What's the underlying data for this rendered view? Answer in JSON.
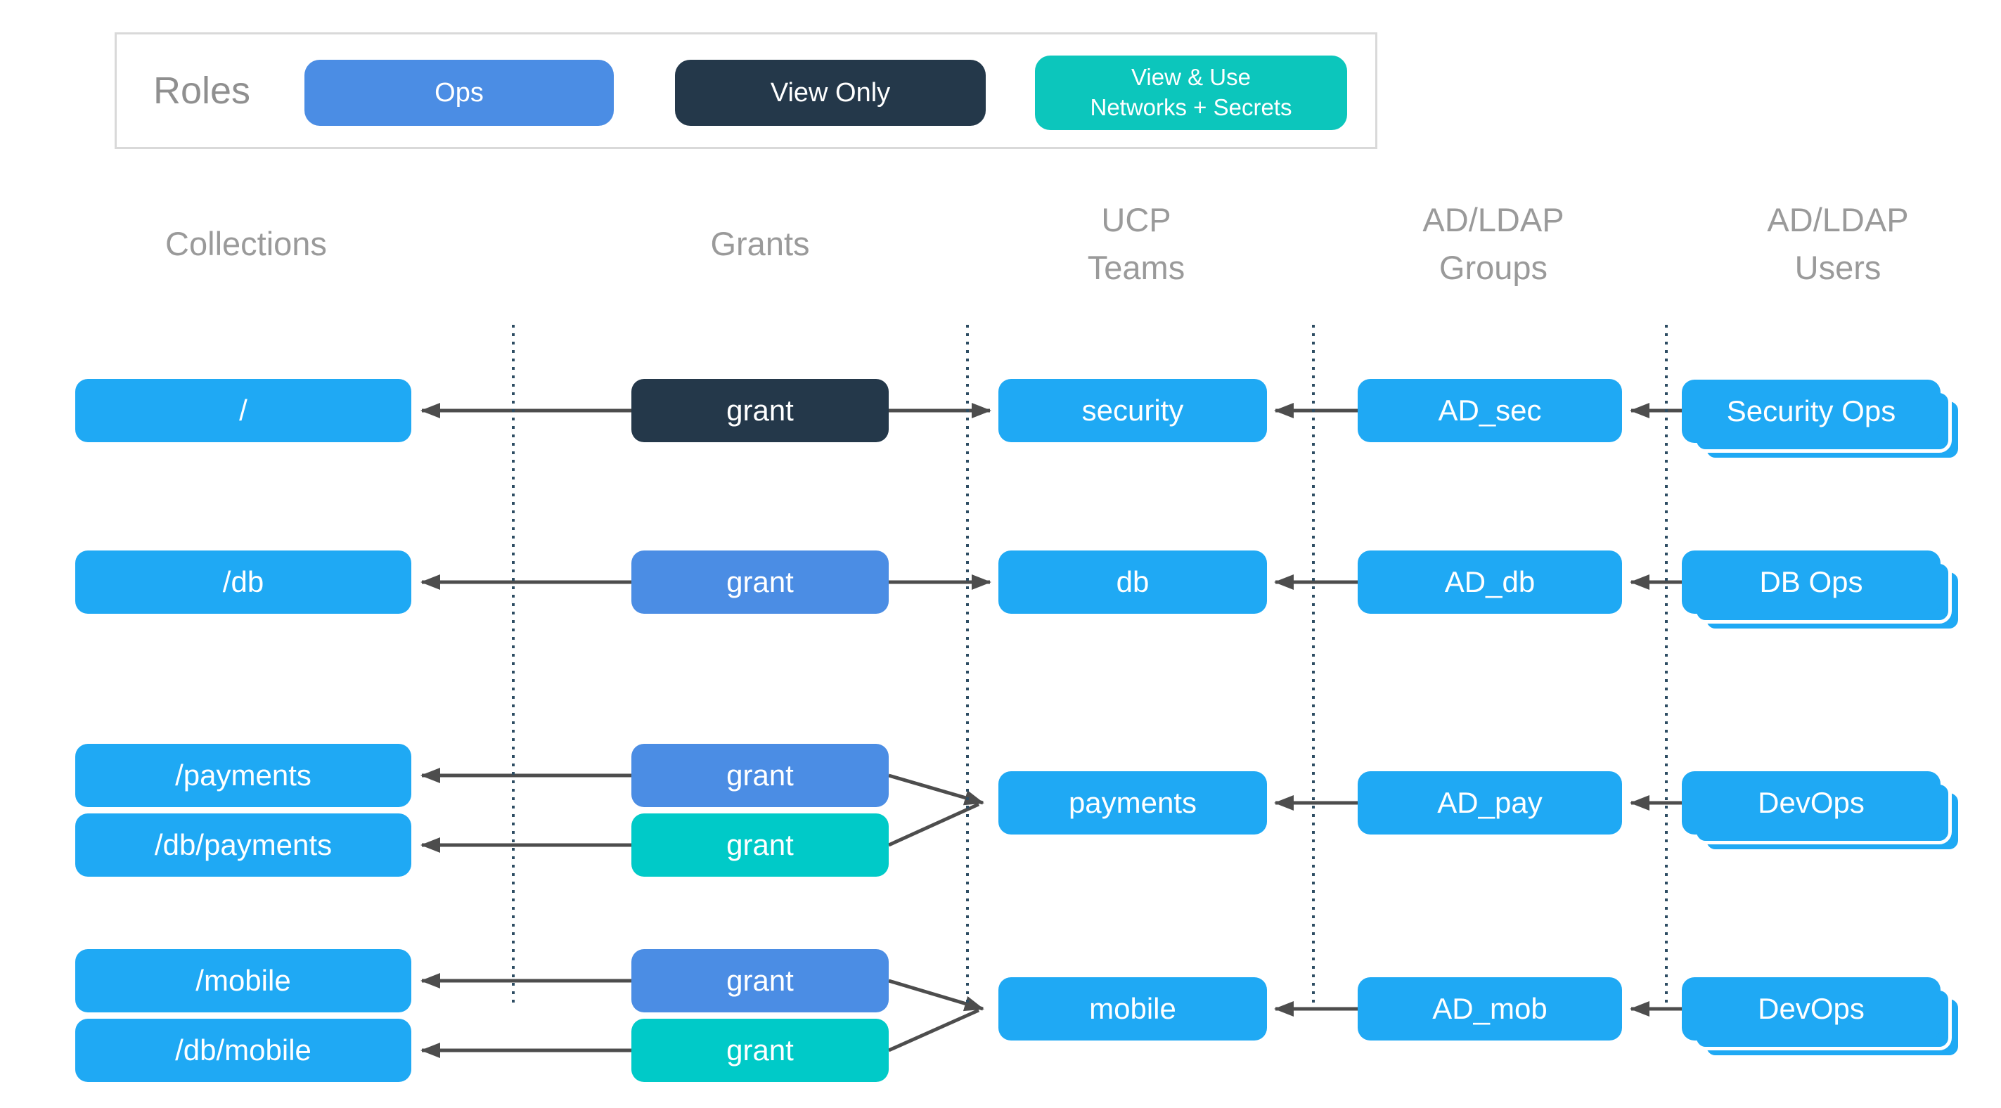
{
  "legend": {
    "title": "Roles",
    "roles": [
      {
        "label": "Ops",
        "color": "#4B8DE4"
      },
      {
        "label": "View Only",
        "color": "#24384A"
      },
      {
        "label": "View & Use\nNetworks + Secrets",
        "color": "#0CC6BC"
      }
    ]
  },
  "headers": {
    "collections": "Collections",
    "grants": "Grants",
    "teams": "UCP\nTeams",
    "groups": "AD/LDAP\nGroups",
    "users": "AD/LDAP\nUsers"
  },
  "collections": [
    {
      "label": "/"
    },
    {
      "label": "/db"
    },
    {
      "label": "/payments"
    },
    {
      "label": "/db/payments"
    },
    {
      "label": "/mobile"
    },
    {
      "label": "/db/mobile"
    }
  ],
  "grants": [
    {
      "label": "grant",
      "role": "View Only"
    },
    {
      "label": "grant",
      "role": "Ops"
    },
    {
      "label": "grant",
      "role": "Ops"
    },
    {
      "label": "grant",
      "role": "View & Use Networks + Secrets"
    },
    {
      "label": "grant",
      "role": "Ops"
    },
    {
      "label": "grant",
      "role": "View & Use Networks + Secrets"
    }
  ],
  "teams": [
    {
      "label": "security"
    },
    {
      "label": "db"
    },
    {
      "label": "payments"
    },
    {
      "label": "mobile"
    }
  ],
  "groups": [
    {
      "label": "AD_sec"
    },
    {
      "label": "AD_db"
    },
    {
      "label": "AD_pay"
    },
    {
      "label": "AD_mob"
    }
  ],
  "users": [
    {
      "label": "Security Ops"
    },
    {
      "label": "DB Ops"
    },
    {
      "label": "DevOps"
    },
    {
      "label": "DevOps"
    }
  ],
  "colors": {
    "node_blue": "#1FA9F4",
    "role_ops": "#4B8DE4",
    "role_view_only": "#24384A",
    "role_view_use": "#00CAC8",
    "legend_teal": "#0CC6BC",
    "arrow": "#4D4D4D",
    "dotted_line": "#2E4D63",
    "header_text": "#9A9A9A",
    "legend_border": "#D9D9D9",
    "legend_title": "#8F8F8F"
  }
}
